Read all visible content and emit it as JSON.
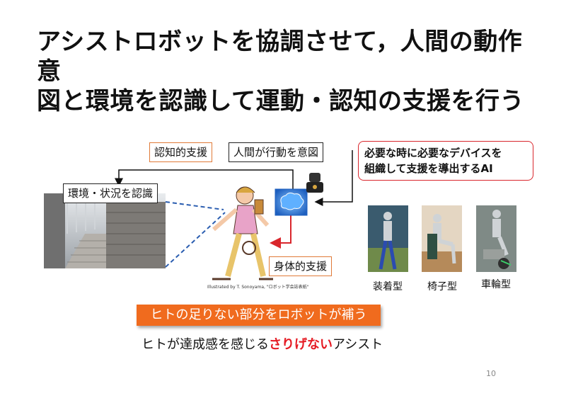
{
  "slide": {
    "title_line1": "アシストロボットを協調させて，人間の動作意",
    "title_line2": "図と環境を認識して運動・認知の支援を行う",
    "page_number": "10"
  },
  "diagram": {
    "cognitive_support": "認知的支援",
    "human_intent": "人間が行動を意図",
    "environment_recognition": "環境・状況を認識",
    "physical_support": "身体的支援",
    "ai_callout_line1": "必要な時に必要なデバイスを",
    "ai_callout_line2": "組織して支援を導出するAI",
    "illustration_credit": "Illustrated by T. Sonoyama, \"ロボット学会誌表紙\""
  },
  "robot_types": [
    {
      "label": "装着型"
    },
    {
      "label": "椅子型"
    },
    {
      "label": "車輪型"
    }
  ],
  "banner": "ヒトの足りない部分をロボットが補う",
  "tagline": {
    "before": "ヒトが達成感を感じる",
    "highlight": "さりげない",
    "after": "アシスト"
  },
  "colors": {
    "accent_orange": "#f06b1e",
    "accent_red": "#e51b24",
    "brain_blue": "#1e78d2"
  }
}
